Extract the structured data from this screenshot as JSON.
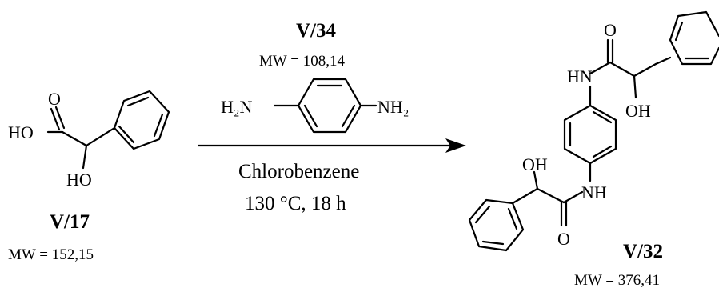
{
  "reactant": {
    "id": "V/17",
    "mw": "MW = 152,15",
    "atoms": {
      "acid_o": "O",
      "acid_oh": "HO",
      "alcohol_oh": "HO"
    }
  },
  "reagent": {
    "id": "V/34",
    "mw": "MW = 108,14",
    "amine_left": "H₂N",
    "amine_right": "NH₂"
  },
  "conditions": {
    "solvent": "Chlorobenzene",
    "temp_time": "130 °C, 18 h"
  },
  "product": {
    "id": "V/32",
    "mw": "MW = 376,41",
    "atoms": {
      "top_o": "O",
      "top_nh": "HN",
      "top_oh": "OH",
      "bottom_oh": "OH",
      "bottom_nh": "NH",
      "bottom_o": "O"
    }
  },
  "colors": {
    "ink": "#000000",
    "background": "#ffffff"
  }
}
